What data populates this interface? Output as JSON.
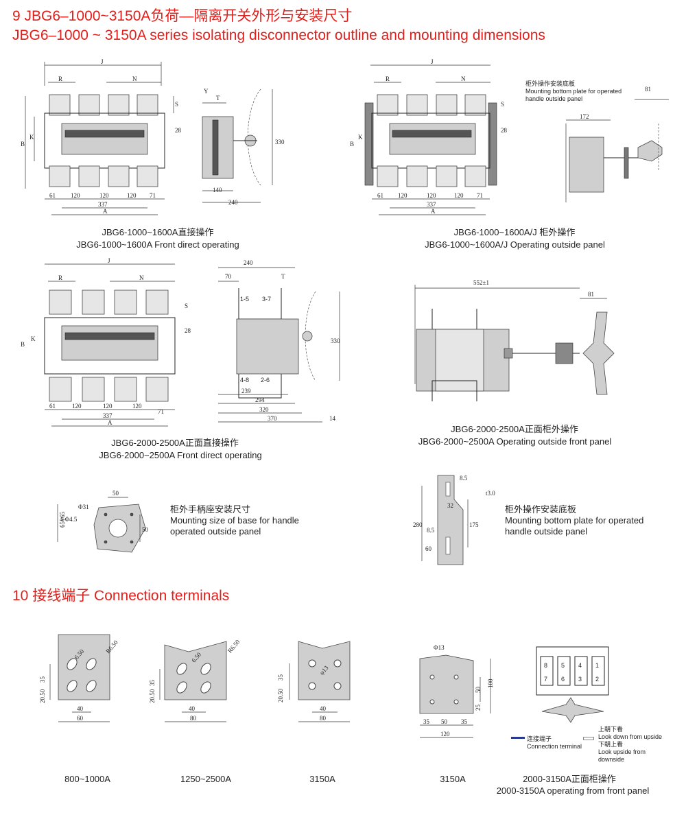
{
  "section9": {
    "title_cn": "9  JBG6–1000~3150A负荷—隔离开关外形与安装尺寸",
    "title_en": "JBG6–1000 ~ 3150A series isolating disconnector outline and mounting dimensions"
  },
  "fig1": {
    "cap_cn": "JBG6-1000~1600A直接操作",
    "cap_en": "JBG6-1000~1600A Front direct operating",
    "dims": {
      "J": "J",
      "R": "R",
      "N": "N",
      "S": "S",
      "B": "B",
      "K": "K",
      "d28": "28",
      "d61": "61",
      "d120a": "120",
      "d120b": "120",
      "d120c": "120",
      "d71": "71",
      "d337": "337",
      "A": "A"
    }
  },
  "fig1side": {
    "Y": "Y",
    "T": "T",
    "d330": "330",
    "d140": "140",
    "d240": "240"
  },
  "fig2": {
    "cap_cn": "JBG6-1000~1600A/J 柜外操作",
    "cap_en": "JBG6-1000~1600A/J Operating outside panel",
    "note_cn": "柜外操作安装底板",
    "note_en1": "Mounting bottom plate for operated",
    "note_en2": "handle outside panel",
    "d172": "172",
    "d81": "81"
  },
  "fig3": {
    "cap_cn": "JBG6-2000-2500A正面直接操作",
    "cap_en": "JBG6-2000~2500A Front direct operating"
  },
  "fig3side": {
    "d240": "240",
    "d70": "70",
    "T": "T",
    "t15": "1-5",
    "t37": "3-7",
    "t48": "4-8",
    "t26": "2-6",
    "d330": "330",
    "d239": "239",
    "d294": "294",
    "d320": "320",
    "d370": "370",
    "d14": "14"
  },
  "fig4": {
    "cap_cn": "JBG6-2000-2500A正面柜外操作",
    "cap_en": "JBG6-2000~2500A Operating outside front panel",
    "d552": "552±1",
    "d81": "81"
  },
  "fig5": {
    "d50": "50",
    "phi31": "Φ31",
    "holes": "4-Φ4.5",
    "d65": "65×65",
    "d50v": "50",
    "label_cn": "柜外手柄座安装尺寸",
    "label_en1": "Mounting size of base for handle",
    "label_en2": "operated outside panel"
  },
  "fig6": {
    "d85a": "8.5",
    "t30": "t3.0",
    "d32": "32",
    "d280": "280",
    "d175": "175",
    "d85b": "8.5",
    "d60": "60",
    "label_cn": "柜外操作安装底板",
    "label_en1": "Mounting bottom plate for operated",
    "label_en2": "handle outside panel"
  },
  "section10": {
    "title": "10  接线端子 Connection terminals"
  },
  "term1": {
    "cap": "800~1000A",
    "d650": "6.50",
    "r650": "R6.50",
    "d35": "35",
    "d2050": "20.50",
    "d40": "40",
    "d60": "60"
  },
  "term2": {
    "cap": "1250~2500A",
    "d650": "6.50",
    "r650": "R6.50",
    "d35": "35",
    "d2050": "20.50",
    "d40": "40",
    "d80": "80"
  },
  "term3": {
    "cap": "3150A",
    "phi13": "φ13",
    "d35": "35",
    "d2050": "20.50",
    "d40": "40",
    "d80": "80"
  },
  "term4": {
    "cap": "3150A",
    "phi13": "Φ13",
    "d50": "50",
    "d100": "100",
    "d25": "25",
    "d35a": "35",
    "d50h": "50",
    "d35b": "35",
    "d120": "120"
  },
  "term5": {
    "cap_cn": "2000-3150A正面柜操作",
    "cap_en": "2000-3150A operating from front panel",
    "nums_top": [
      "8",
      "5",
      "4",
      "1"
    ],
    "nums_bot": [
      "7",
      "6",
      "3",
      "2"
    ],
    "leg1_cn": "连接端子",
    "leg1_en": "Connection terminal",
    "leg2_cn": "上朝下看",
    "leg2_en": "Look down from upside",
    "leg3_cn": "下朝上看",
    "leg3_en1": "Look upside from",
    "leg3_en2": "downside",
    "accent": "#2a3a8c"
  }
}
